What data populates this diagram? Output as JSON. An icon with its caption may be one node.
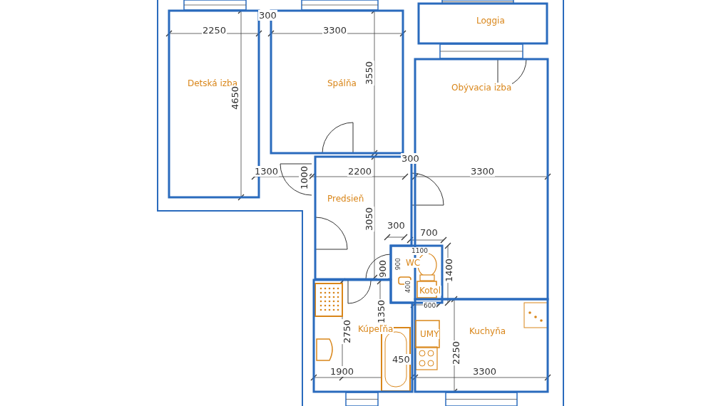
{
  "diagram": {
    "nodes": [
      {
        "text": [
          "Loggia"
        ]
      },
      {
        "text": [
          "Detská izba"
        ]
      },
      {
        "text": [
          "Spálňa"
        ]
      },
      {
        "text": [
          "Obývacia izba"
        ]
      },
      {
        "text": [
          "Predsieň"
        ]
      },
      {
        "text": [
          "WC"
        ]
      },
      {
        "text": [
          "Kotol"
        ]
      },
      {
        "text": [
          "Kúpeľňa"
        ]
      },
      {
        "text": [
          "Kuchyňa"
        ]
      },
      {
        "text": [
          "UMY"
        ],
        "in": 8
      }
    ],
    "edges": [],
    "labels": [
      "300",
      "2250",
      "3300",
      "3550",
      "4650",
      "300",
      "1300",
      "1000",
      "2200",
      "3300",
      "3050",
      "300",
      "700",
      "1100",
      "900",
      "900",
      "1400",
      "400",
      "600",
      "1350",
      "2750",
      "450",
      "2250",
      "1900",
      "3300"
    ]
  }
}
